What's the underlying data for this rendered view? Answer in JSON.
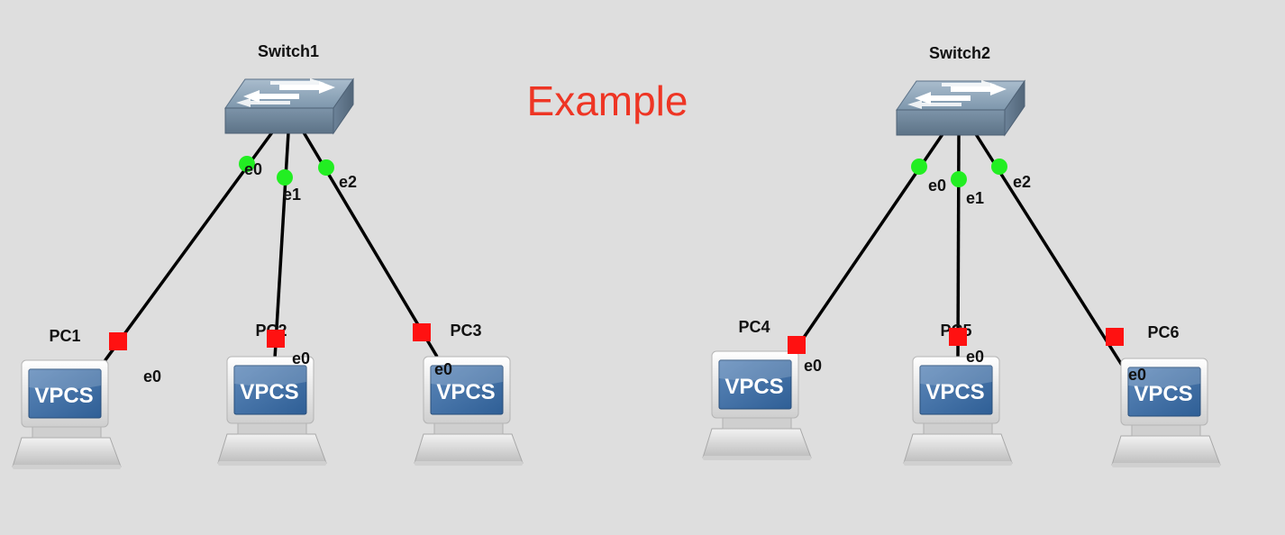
{
  "title": {
    "text": "Example",
    "color": "#ee3524"
  },
  "colors": {
    "link": "#000000",
    "port_up": "#22ee22",
    "port_pc": "#ff1111"
  },
  "switches": [
    {
      "id": "sw1",
      "name": "Switch1",
      "icon": "switch-icon"
    },
    {
      "id": "sw2",
      "name": "Switch2",
      "icon": "switch-icon"
    }
  ],
  "pcs": [
    {
      "id": "pc1",
      "name": "PC1",
      "icon_text": "VPCS",
      "icon": "vpcs-computer-icon"
    },
    {
      "id": "pc2",
      "name": "PC2",
      "icon_text": "VPCS",
      "icon": "vpcs-computer-icon"
    },
    {
      "id": "pc3",
      "name": "PC3",
      "icon_text": "VPCS",
      "icon": "vpcs-computer-icon"
    },
    {
      "id": "pc4",
      "name": "PC4",
      "icon_text": "VPCS",
      "icon": "vpcs-computer-icon"
    },
    {
      "id": "pc5",
      "name": "PC5",
      "icon_text": "VPCS",
      "icon": "vpcs-computer-icon"
    },
    {
      "id": "pc6",
      "name": "PC6",
      "icon_text": "VPCS",
      "icon": "vpcs-computer-icon"
    }
  ],
  "links": [
    {
      "switch": "sw1",
      "switch_port": "e0",
      "pc": "pc1",
      "pc_port": "e0"
    },
    {
      "switch": "sw1",
      "switch_port": "e1",
      "pc": "pc2",
      "pc_port": "e0"
    },
    {
      "switch": "sw1",
      "switch_port": "e2",
      "pc": "pc3",
      "pc_port": "e0"
    },
    {
      "switch": "sw2",
      "switch_port": "e0",
      "pc": "pc4",
      "pc_port": "e0"
    },
    {
      "switch": "sw2",
      "switch_port": "e1",
      "pc": "pc5",
      "pc_port": "e0"
    },
    {
      "switch": "sw2",
      "switch_port": "e2",
      "pc": "pc6",
      "pc_port": "e0"
    }
  ]
}
